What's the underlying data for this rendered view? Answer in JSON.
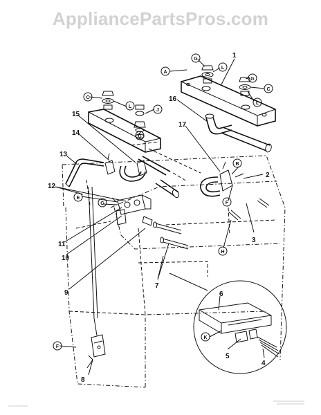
{
  "watermark": "AppliancePartsPros.com",
  "part_numbers": [
    "1",
    "2",
    "3",
    "4",
    "5",
    "6",
    "7",
    "8",
    "9",
    "10",
    "11",
    "12",
    "13",
    "14",
    "15",
    "16",
    "17"
  ],
  "circle_letters": [
    "A",
    "B",
    "C",
    "E",
    "F",
    "G",
    "H",
    "J",
    "K",
    "L"
  ],
  "colors": {
    "line": "#111111",
    "watermark": "#d2d2d2",
    "background": "#ffffff"
  }
}
